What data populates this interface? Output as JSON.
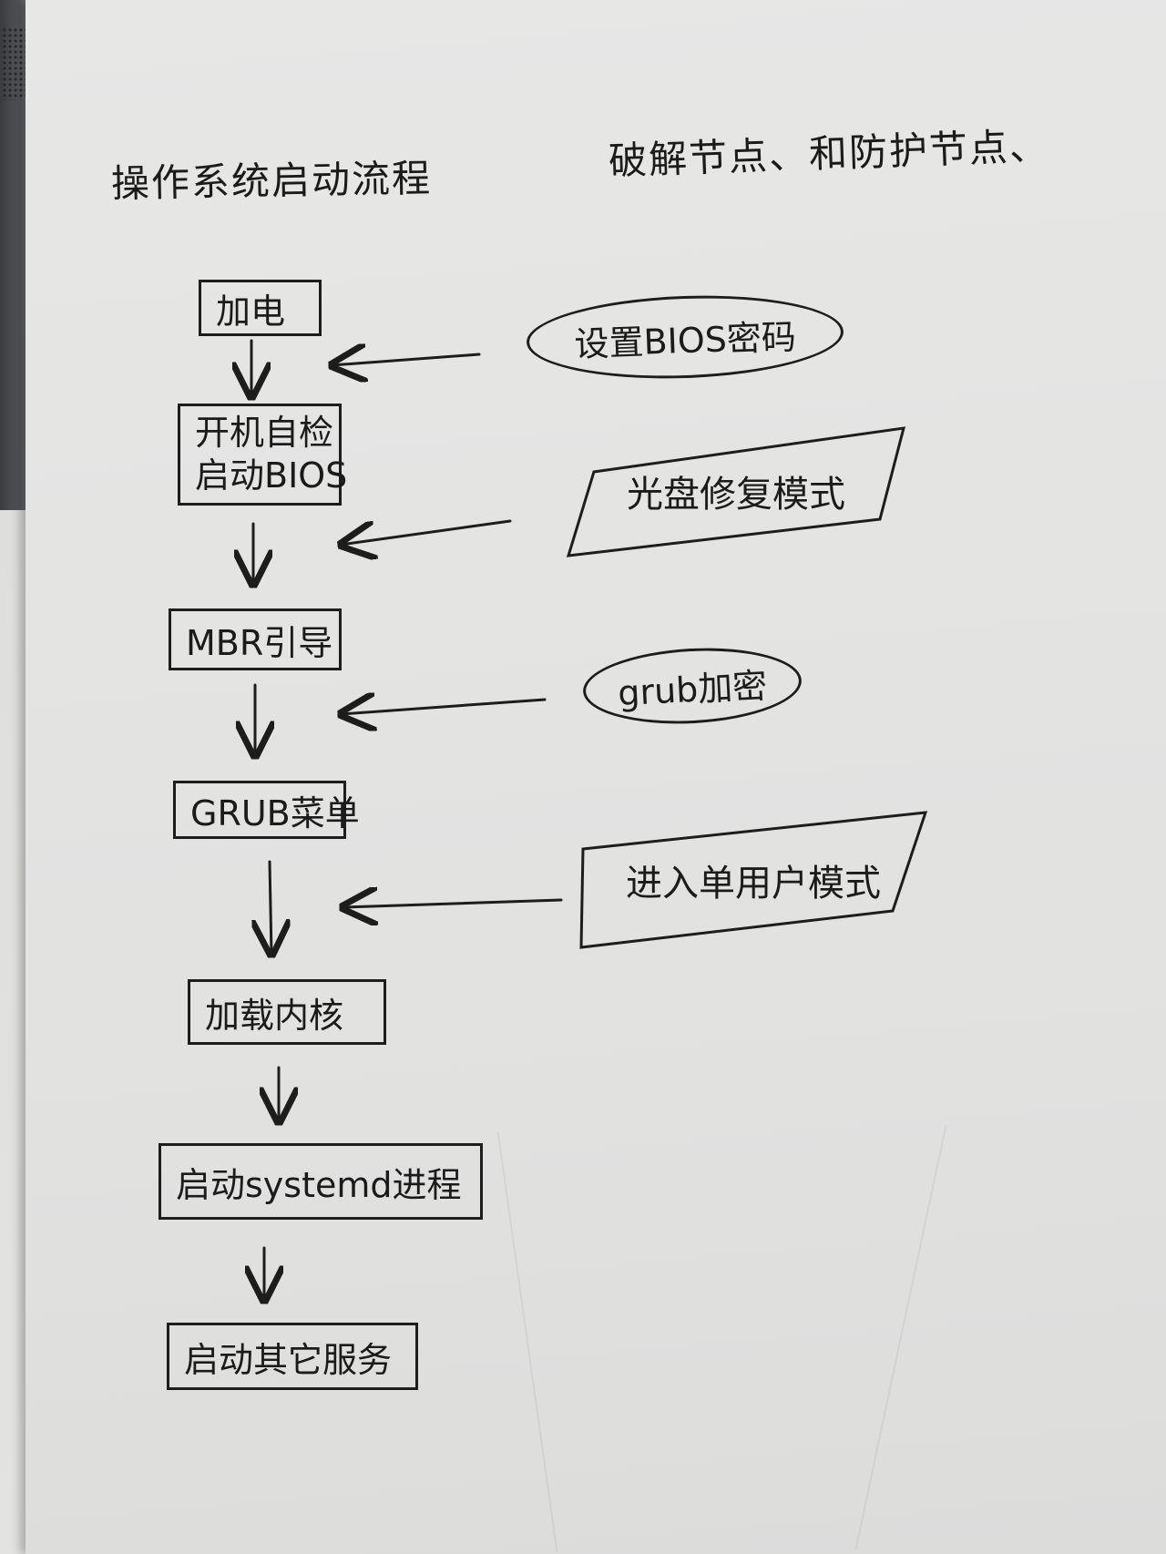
{
  "title": "操作系统启动流程",
  "subtitle": "破解节点、和防护节点、",
  "flow_steps": [
    {
      "lines": [
        "加电"
      ]
    },
    {
      "lines": [
        "开机自检",
        "启动BIOS"
      ]
    },
    {
      "lines": [
        "MBR引导"
      ]
    },
    {
      "lines": [
        "GRUB菜单"
      ]
    },
    {
      "lines": [
        "加载内核"
      ]
    },
    {
      "lines": [
        "启动systemd进程"
      ]
    },
    {
      "lines": [
        "启动其它服务"
      ]
    }
  ],
  "side_nodes": [
    {
      "label": "设置BIOS密码",
      "shape": "ellipse"
    },
    {
      "label": "光盘修复模式",
      "shape": "parallelogram"
    },
    {
      "label": "grub加密",
      "shape": "ellipse"
    },
    {
      "label": "进入单用户模式",
      "shape": "parallelogram"
    }
  ],
  "colors": {
    "ink": "#1d1d1d",
    "paper": "#e4e4e3"
  }
}
